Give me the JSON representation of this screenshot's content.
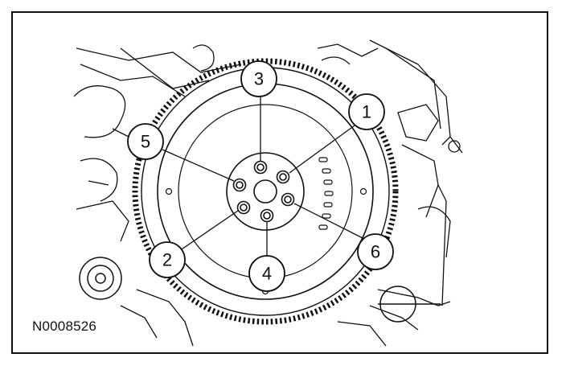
{
  "figure": {
    "id": "N0008526"
  },
  "callouts": [
    {
      "label": "1"
    },
    {
      "label": "2"
    },
    {
      "label": "3"
    },
    {
      "label": "4"
    },
    {
      "label": "5"
    },
    {
      "label": "6"
    }
  ],
  "colors": {
    "ink": "#111111",
    "paper": "#ffffff"
  }
}
